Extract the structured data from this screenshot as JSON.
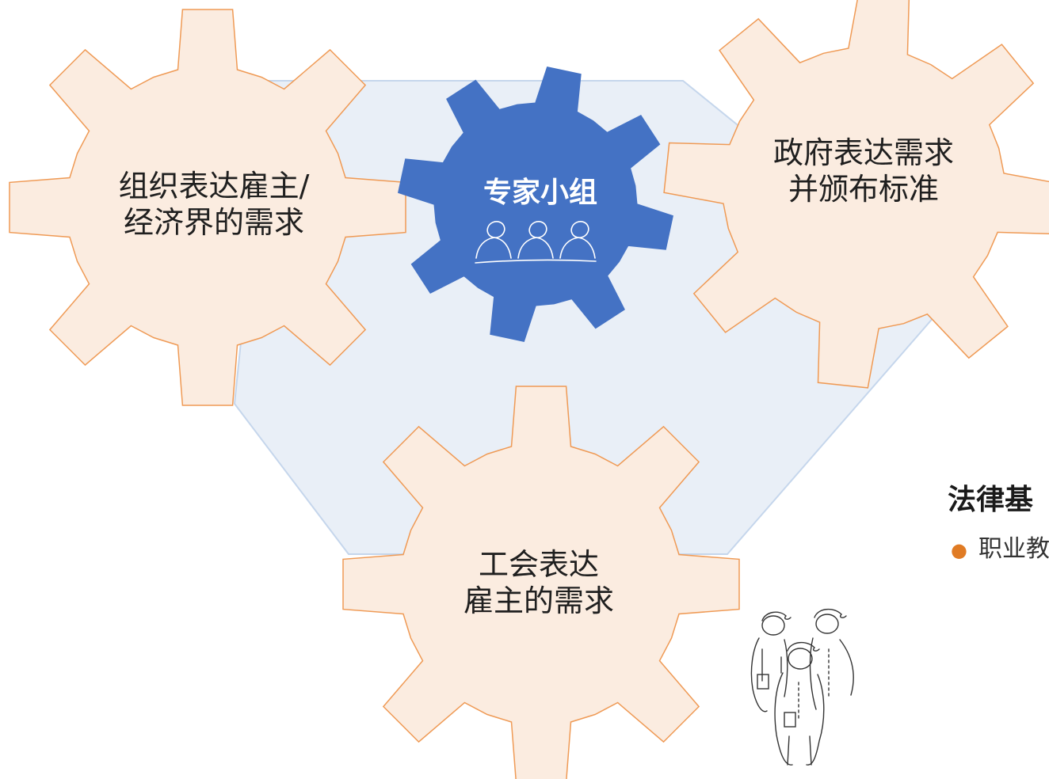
{
  "colors": {
    "gear_fill": "#fbece0",
    "gear_stroke": "#ef9a55",
    "center_gear_fill": "#4472c4",
    "background_shape": "#e9eff7",
    "background_stroke": "#c5d6ec",
    "bullet": "#e07b24"
  },
  "gears": {
    "center": {
      "label": "专家小组",
      "icon": "group-of-people-icon"
    },
    "left": {
      "line1": "组织表达雇主/",
      "line2": "经济界的需求"
    },
    "right": {
      "line1": "政府表达需求",
      "line2": "并颁布标准"
    },
    "bottom": {
      "line1": "工会表达",
      "line2": "雇主的需求"
    }
  },
  "side_text": {
    "title": "法律基",
    "bullet": "职业教"
  },
  "illustration": {
    "icon": "workers-group-icon"
  }
}
